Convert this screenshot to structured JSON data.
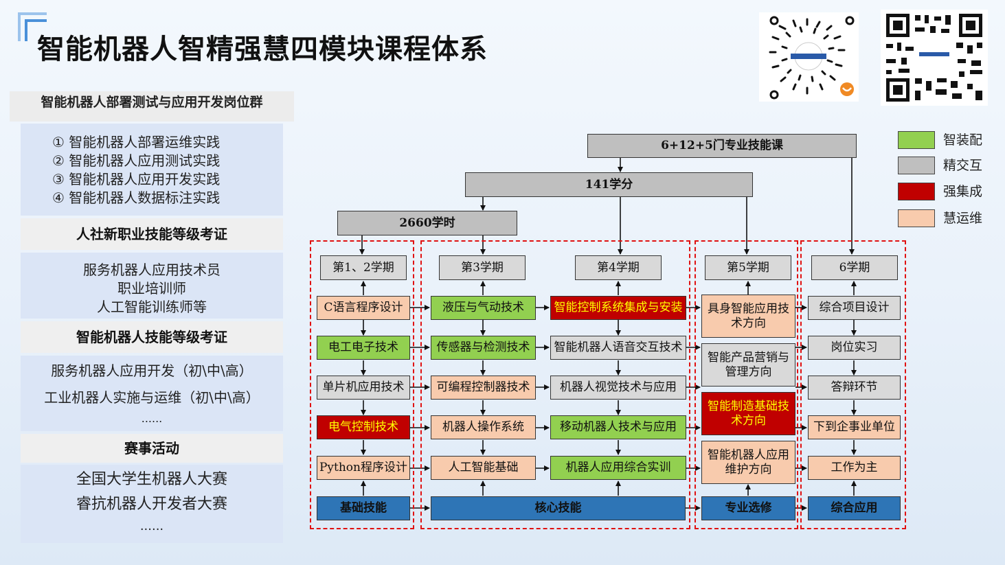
{
  "title": "智能机器人智精强慧四模块课程体系",
  "left": {
    "header": "智能机器人部署测试与应用开发岗位群",
    "practices": [
      "①  智能机器人部署运维实践",
      "②  智能机器人应用测试实践",
      "③  智能机器人应用开发实践",
      "④  智能机器人数据标注实践"
    ],
    "cert1_title": "人社新职业技能等级考证",
    "cert1_items": [
      "服务机器人应用技术员",
      "职业培训师",
      "人工智能训练师等"
    ],
    "cert2_title": "智能机器人技能等级考证",
    "cert2_items": [
      "服务机器人应用开发（初\\中\\高）",
      "工业机器人实施与运维（初\\中\\高）",
      "......"
    ],
    "contest_title": "赛事活动",
    "contest_items": [
      "全国大学生机器人大赛",
      "睿抗机器人开发者大赛",
      "......"
    ]
  },
  "legend": [
    {
      "label": "智装配",
      "color": "#92d050"
    },
    {
      "label": "精交互",
      "color": "#bfbfbf"
    },
    {
      "label": "强集成",
      "color": "#c00000"
    },
    {
      "label": "慧运维",
      "color": "#f8cbad"
    }
  ],
  "top": {
    "courses": "6+12+5门专业技能课",
    "credits": "141学分",
    "hours": "2660学时"
  },
  "semesters": {
    "s12": "第1、2学期",
    "s3": "第3学期",
    "s4": "第4学期",
    "s5": "第5学期",
    "s6": "6学期"
  },
  "col1": [
    "C语言程序设计",
    "电工电子技术",
    "单片机应用技术",
    "电气控制技术",
    "Python程序设计"
  ],
  "col2": [
    "液压与气动技术",
    "传感器与检测技术",
    "可编程控制器技术",
    "机器人操作系统",
    "人工智能基础"
  ],
  "col3": [
    "智能控制系统集成与安装",
    "智能机器人语音交互技术",
    "机器人视觉技术与应用",
    "移动机器人技术与应用",
    "机器人应用综合实训"
  ],
  "col4": [
    "具身智能应用技术方向",
    "智能产品营销与管理方向",
    "智能制造基础技术方向",
    "智能机器人应用维护方向"
  ],
  "col5": [
    "综合项目设计",
    "岗位实习",
    "答辩环节",
    "下到企事业单位",
    "工作为主"
  ],
  "modules": {
    "basic": "基础技能",
    "core": "核心技能",
    "elective": "专业选修",
    "applied": "综合应用"
  }
}
